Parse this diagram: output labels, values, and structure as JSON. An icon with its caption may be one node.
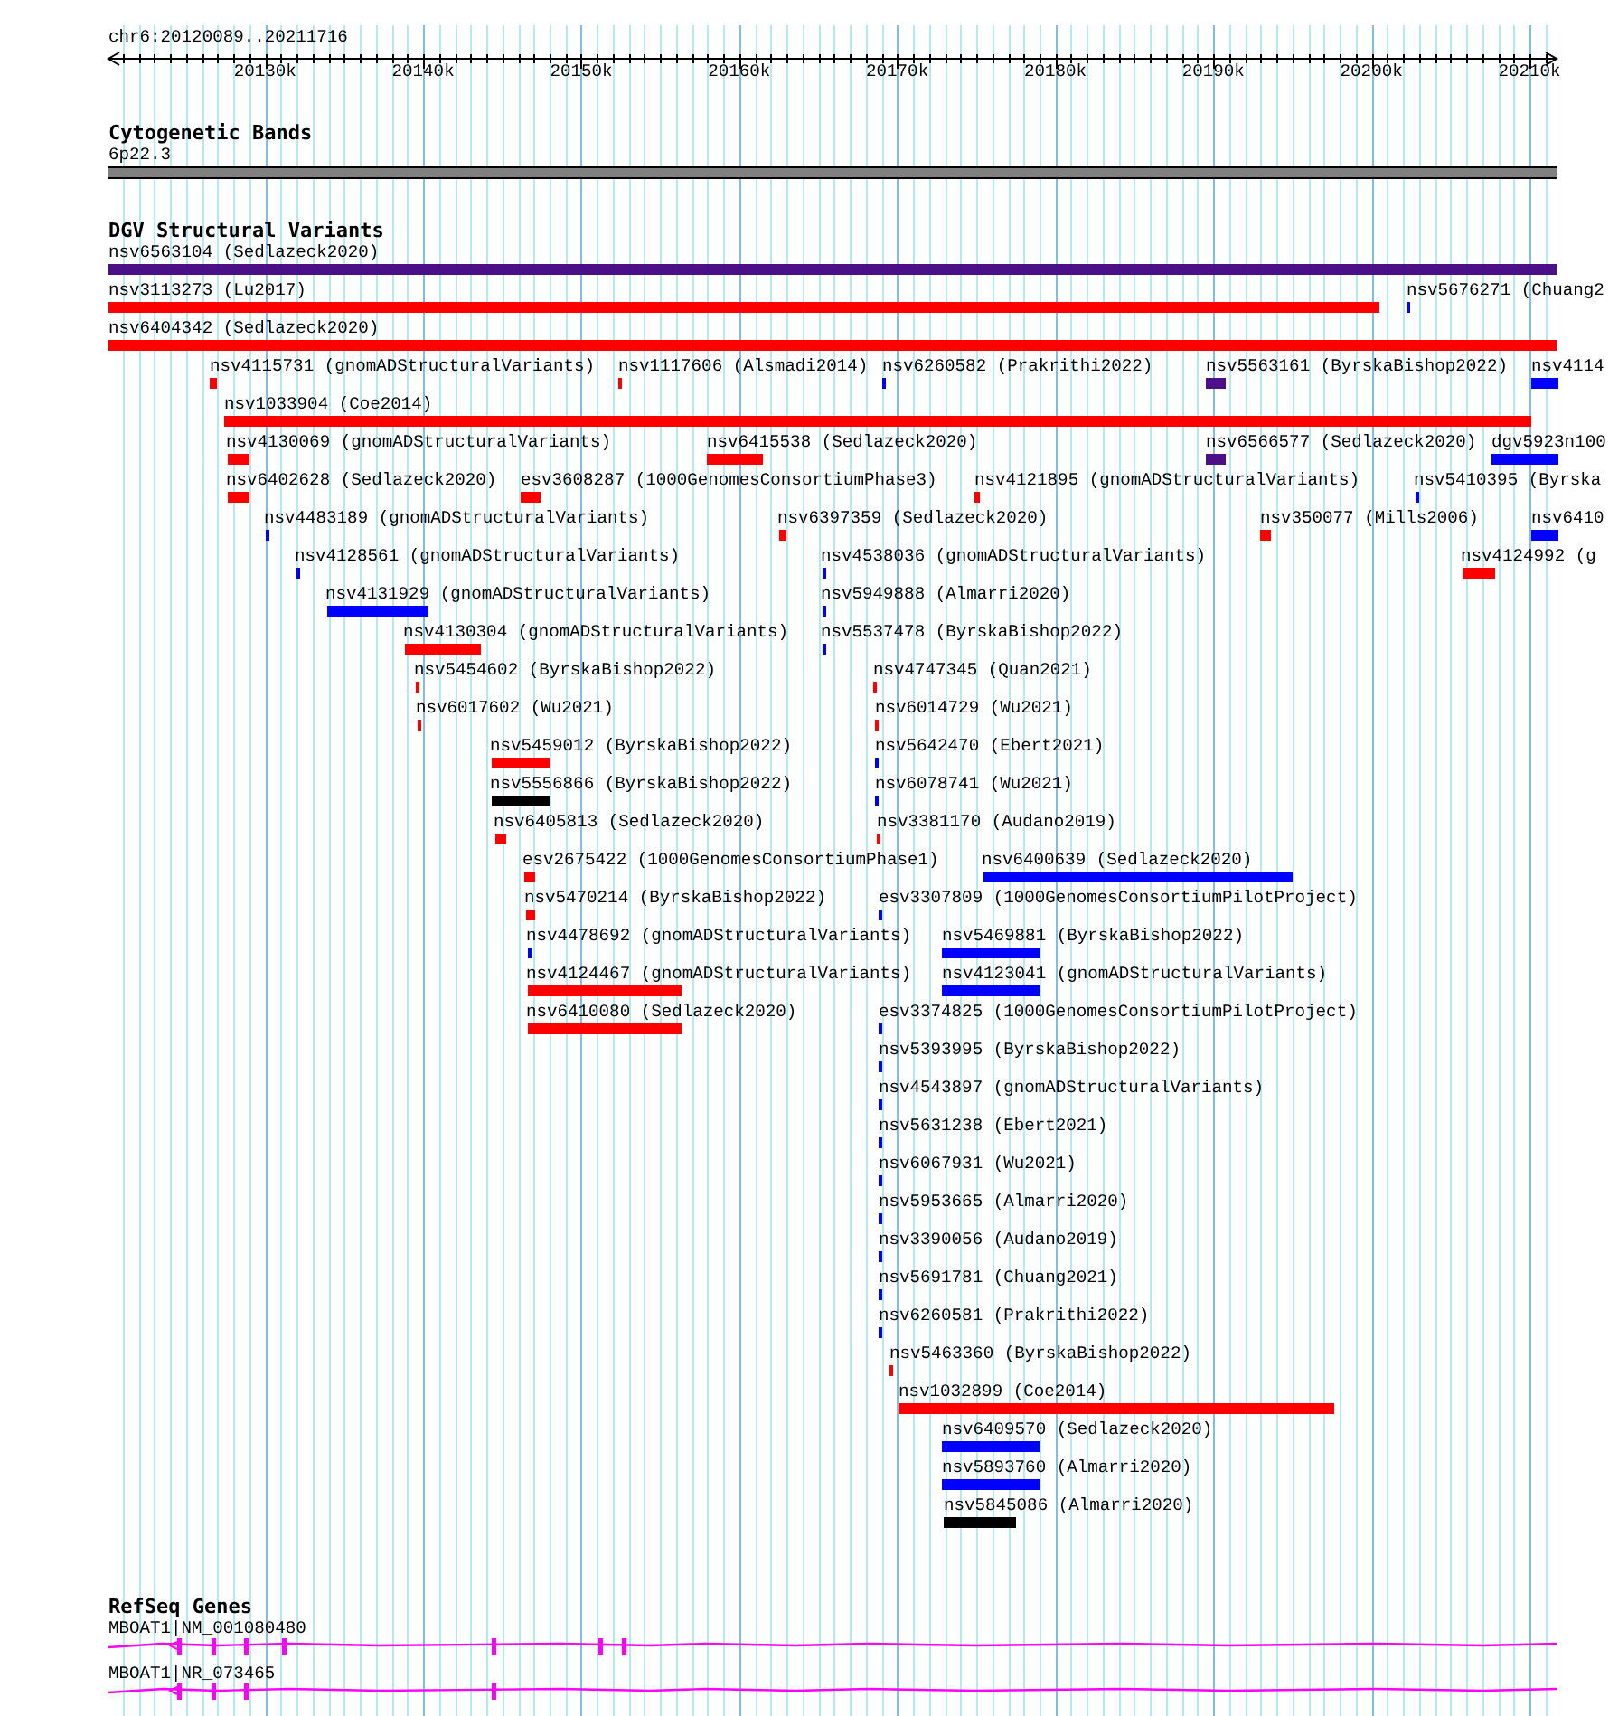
{
  "diagram": {
    "nodes": [
      {
        "text": [
          "6p22.3"
        ]
      },
      {
        "text": [
          "nsv6563104 (Sedlazeck2020)"
        ]
      },
      {
        "text": [
          "nsv3113273 (Lu2017)"
        ]
      },
      {
        "text": [
          "nsv5676271 (Chuang2"
        ]
      },
      {
        "text": [
          "nsv6404342 (Sedlazeck2020)"
        ]
      },
      {
        "text": [
          "nsv4115731 (gnomADStructuralVariants)"
        ]
      },
      {
        "text": [
          "nsv1117606 (Alsmadi2014)"
        ]
      },
      {
        "text": [
          "nsv6260582 (Prakrithi2022)"
        ]
      },
      {
        "text": [
          "nsv5563161 (ByrskaBishop2022)"
        ]
      },
      {
        "text": [
          "nsv4114"
        ]
      },
      {
        "text": [
          "nsv1033904 (Coe2014)"
        ]
      },
      {
        "text": [
          "nsv4130069 (gnomADStructuralVariants)"
        ]
      },
      {
        "text": [
          "nsv6415538 (Sedlazeck2020)"
        ]
      },
      {
        "text": [
          "nsv6566577 (Sedlazeck2020)"
        ]
      },
      {
        "text": [
          "dgv5923n100"
        ]
      },
      {
        "text": [
          "nsv6402628 (Sedlazeck2020)"
        ]
      },
      {
        "text": [
          "esv3608287 (1000GenomesConsortiumPhase3)"
        ]
      },
      {
        "text": [
          "nsv4121895 (gnomADStructuralVariants)"
        ]
      },
      {
        "text": [
          "nsv5410395 (Byrska"
        ]
      },
      {
        "text": [
          "nsv4483189 (gnomADStructuralVariants)"
        ]
      },
      {
        "text": [
          "nsv6397359 (Sedlazeck2020)"
        ]
      },
      {
        "text": [
          "nsv350077 (Mills2006)"
        ]
      },
      {
        "text": [
          "nsv6410"
        ]
      },
      {
        "text": [
          "nsv4128561 (gnomADStructuralVariants)"
        ]
      },
      {
        "text": [
          "nsv4538036 (gnomADStructuralVariants)"
        ]
      },
      {
        "text": [
          "nsv4124992 (g"
        ]
      },
      {
        "text": [
          "nsv4131929 (gnomADStructuralVariants)"
        ]
      },
      {
        "text": [
          "nsv5949888 (Almarri2020)"
        ]
      },
      {
        "text": [
          "nsv4130304 (gnomADStructuralVariants)"
        ]
      },
      {
        "text": [
          "nsv5537478 (ByrskaBishop2022)"
        ]
      },
      {
        "text": [
          "nsv5454602 (ByrskaBishop2022)"
        ]
      },
      {
        "text": [
          "nsv4747345 (Quan2021)"
        ]
      },
      {
        "text": [
          "nsv6017602 (Wu2021)"
        ]
      },
      {
        "text": [
          "nsv6014729 (Wu2021)"
        ]
      },
      {
        "text": [
          "nsv5459012 (ByrskaBishop2022)"
        ]
      },
      {
        "text": [
          "nsv5642470 (Ebert2021)"
        ]
      },
      {
        "text": [
          "nsv5556866 (ByrskaBishop2022)"
        ]
      },
      {
        "text": [
          "nsv6078741 (Wu2021)"
        ]
      },
      {
        "text": [
          "nsv6405813 (Sedlazeck2020)"
        ]
      },
      {
        "text": [
          "nsv3381170 (Audano2019)"
        ]
      },
      {
        "text": [
          "esv2675422 (1000GenomesConsortiumPhase1)"
        ]
      },
      {
        "text": [
          "nsv6400639 (Sedlazeck2020)"
        ]
      },
      {
        "text": [
          "nsv5470214 (ByrskaBishop2022)"
        ]
      },
      {
        "text": [
          "esv3307809 (1000GenomesConsortiumPilotProject)"
        ]
      },
      {
        "text": [
          "nsv4478692 (gnomADStructuralVariants)"
        ]
      },
      {
        "text": [
          "nsv5469881 (ByrskaBishop2022)"
        ]
      },
      {
        "text": [
          "nsv4124467 (gnomADStructuralVariants)"
        ]
      },
      {
        "text": [
          "nsv4123041 (gnomADStructuralVariants)"
        ]
      },
      {
        "text": [
          "nsv6410080 (Sedlazeck2020)"
        ]
      },
      {
        "text": [
          "esv3374825 (1000GenomesConsortiumPilotProject)"
        ]
      },
      {
        "text": [
          "nsv5393995 (ByrskaBishop2022)"
        ]
      },
      {
        "text": [
          "nsv4543897 (gnomADStructuralVariants)"
        ]
      },
      {
        "text": [
          "nsv5631238 (Ebert2021)"
        ]
      },
      {
        "text": [
          "nsv6067931 (Wu2021)"
        ]
      },
      {
        "text": [
          "nsv5953665 (Almarri2020)"
        ]
      },
      {
        "text": [
          "nsv3390056 (Audano2019)"
        ]
      },
      {
        "text": [
          "nsv5691781 (Chuang2021)"
        ]
      },
      {
        "text": [
          "nsv6260581 (Prakrithi2022)"
        ]
      },
      {
        "text": [
          "nsv5463360 (ByrskaBishop2022)"
        ]
      },
      {
        "text": [
          "nsv1032899 (Coe2014)"
        ]
      },
      {
        "text": [
          "nsv6409570 (Sedlazeck2020)"
        ]
      },
      {
        "text": [
          "nsv5893760 (Almarri2020)"
        ]
      },
      {
        "text": [
          "nsv5845086 (Almarri2020)"
        ]
      },
      {
        "text": [
          "MBOAT1|NM_001080480"
        ]
      },
      {
        "text": [
          "MBOAT1|NR_073465"
        ]
      }
    ],
    "labels": [
      "chr6:20120089..20211716",
      "20130k",
      "20140k",
      "20150k",
      "20160k",
      "20170k",
      "20180k",
      "20190k",
      "20200k",
      "20210k",
      "Cytogenetic Bands",
      "DGV Structural Variants",
      "RefSeq Genes"
    ]
  }
}
